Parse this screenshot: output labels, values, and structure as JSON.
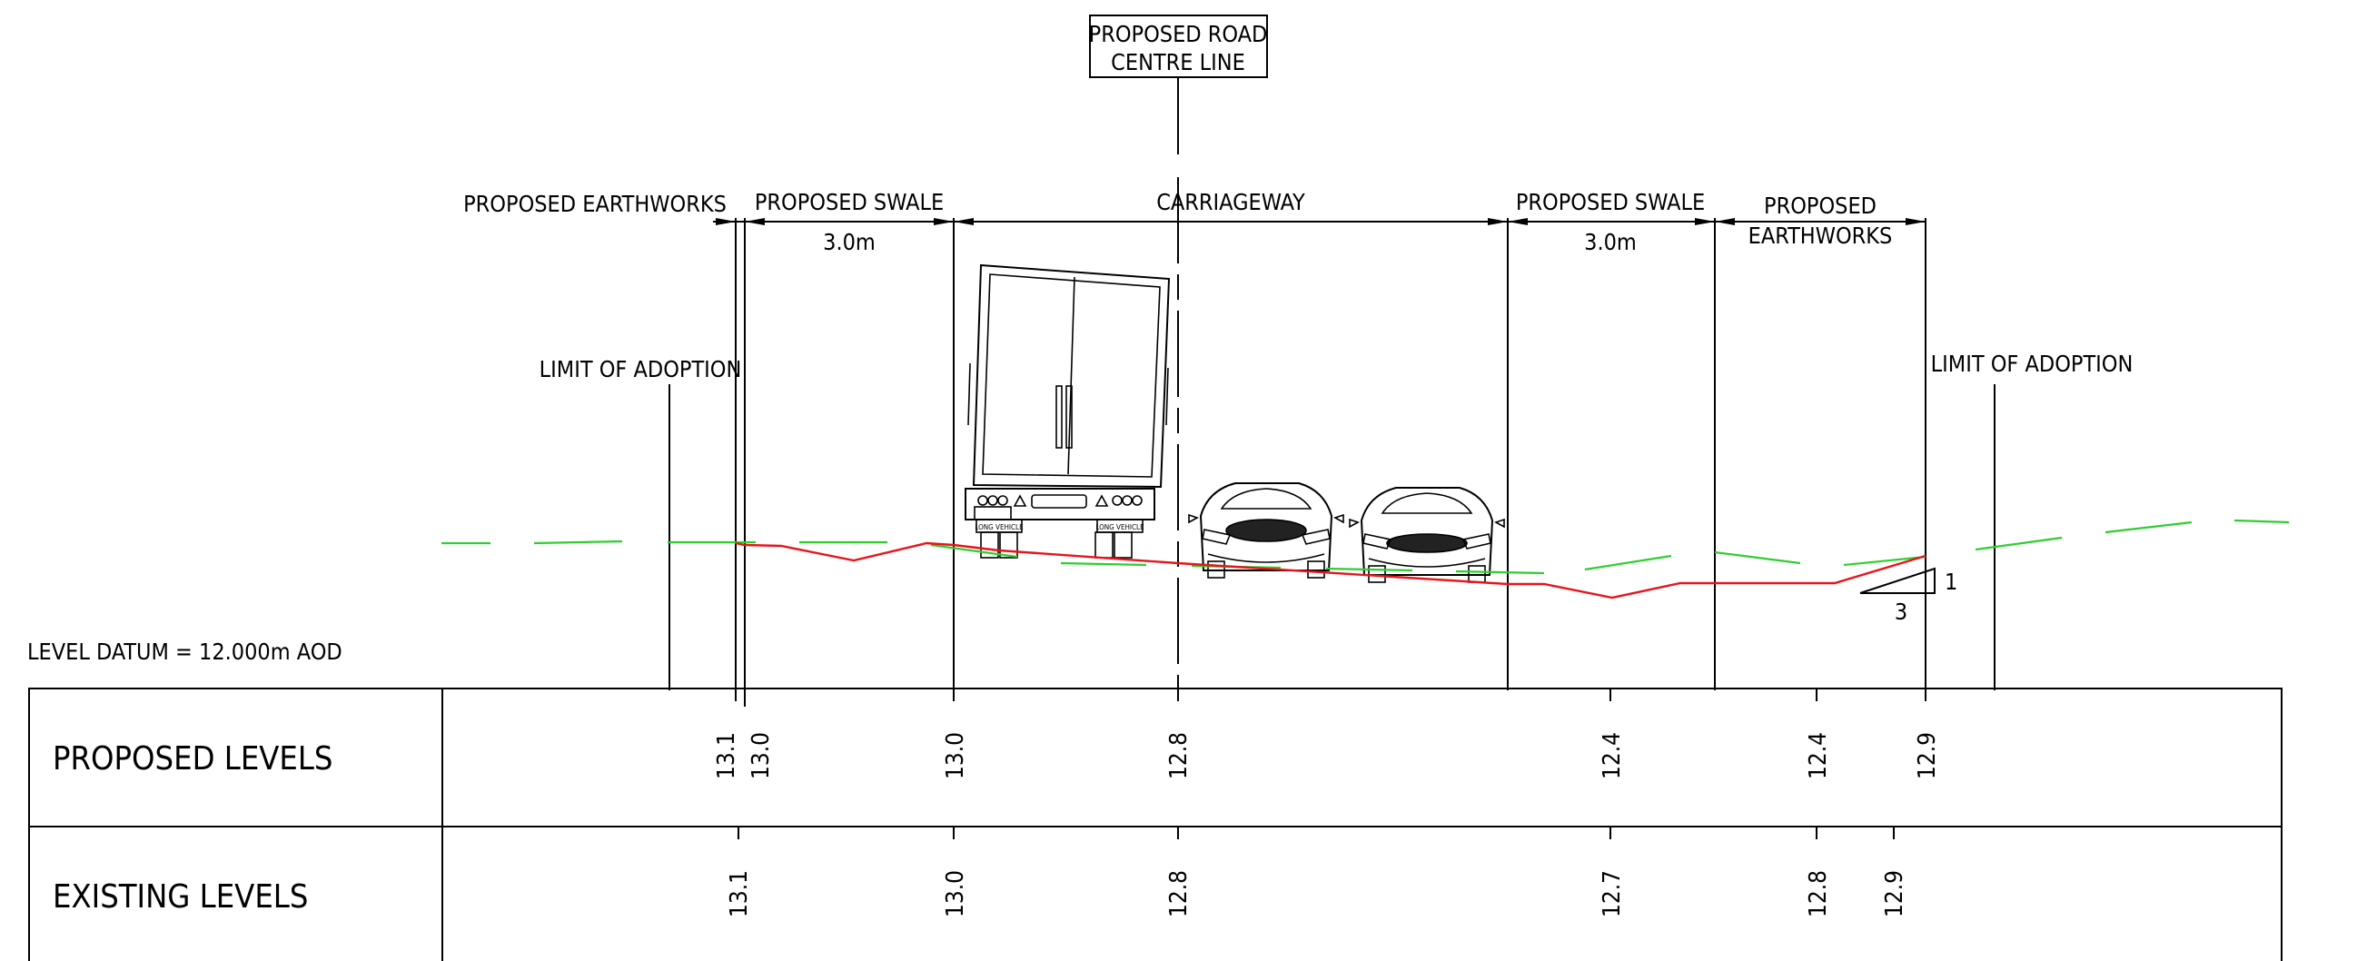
{
  "centre_line_box": {
    "line1": "PROPOSED ROAD",
    "line2": "CENTRE LINE"
  },
  "labels": {
    "earthworks_left": "PROPOSED EARTHWORKS",
    "swale_left": "PROPOSED SWALE",
    "swale_left_width": "3.0m",
    "carriageway": "CARRIAGEWAY",
    "swale_right": "PROPOSED SWALE",
    "swale_right_width": "3.0m",
    "earthworks_right_line1": "PROPOSED",
    "earthworks_right_line2": "EARTHWORKS",
    "limit_left": "LIMIT OF ADOPTION",
    "limit_right": "LIMIT OF ADOPTION",
    "level_datum": "LEVEL DATUM = 12.000m AOD"
  },
  "vehicles": {
    "lorry_plate_left": "LONG VEHICLE",
    "lorry_plate_right": "LONG VEHICLE"
  },
  "slope": {
    "rise": "1",
    "run": "3"
  },
  "table": {
    "row1_label": "PROPOSED LEVELS",
    "row2_label": "EXISTING LEVELS",
    "proposed_levels": [
      "13.1",
      "13.0",
      "13.0",
      "12.8",
      "12.4",
      "12.4",
      "12.9"
    ],
    "existing_levels": [
      "13.1",
      "13.0",
      "12.8",
      "12.7",
      "12.8",
      "12.9"
    ]
  },
  "colors": {
    "proposed_profile": "#e8141b",
    "existing_ground": "#2fce2f",
    "linework": "#000000"
  }
}
